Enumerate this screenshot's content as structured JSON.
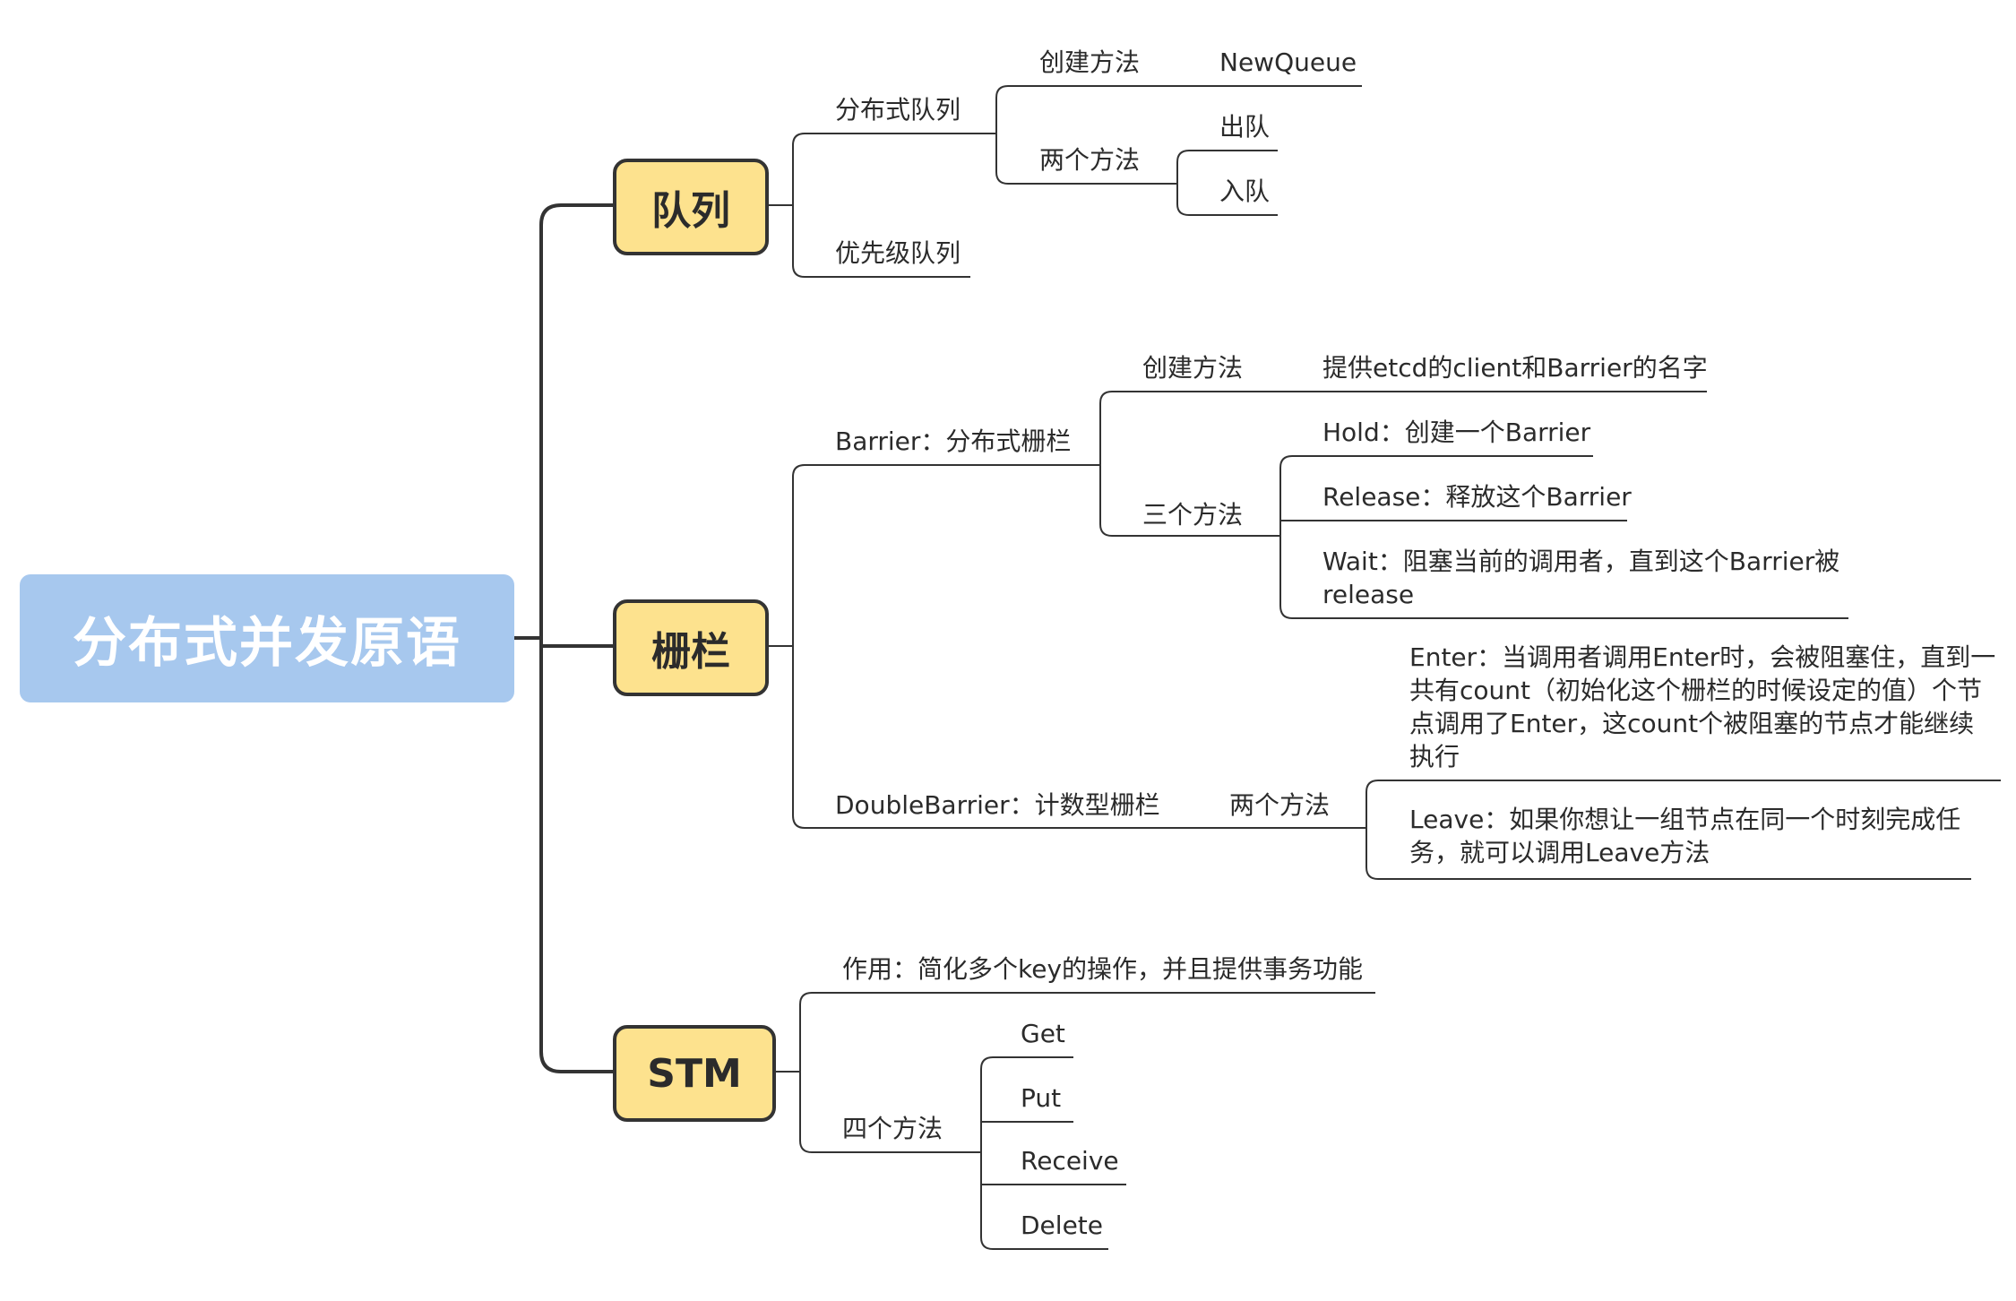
{
  "root": {
    "label": "分布式并发原语"
  },
  "topics": {
    "queue": {
      "label": "队列",
      "distributed": {
        "label": "分布式队列",
        "create": {
          "label": "创建方法",
          "value": "NewQueue"
        },
        "methods": {
          "label": "两个方法",
          "items": [
            "出队",
            "入队"
          ]
        }
      },
      "priority": {
        "label": "优先级队列"
      }
    },
    "barrier": {
      "label": "栅栏",
      "basic": {
        "label": "Barrier：分布式栅栏",
        "create": {
          "label": "创建方法",
          "value": "提供etcd的client和Barrier的名字"
        },
        "methods": {
          "label": "三个方法",
          "items": [
            "Hold：创建一个Barrier",
            "Release：释放这个Barrier",
            "Wait：阻塞当前的调用者，直到这个Barrier被release"
          ]
        }
      },
      "double": {
        "label": "DoubleBarrier：计数型栅栏",
        "methods": {
          "label": "两个方法",
          "items": [
            "Enter：当调用者调用Enter时，会被阻塞住，直到一共有count（初始化这个栅栏的时候设定的值）个节点调用了Enter，这count个被阻塞的节点才能继续执行",
            "Leave：如果你想让一组节点在同一个时刻完成任务，就可以调用Leave方法"
          ]
        }
      }
    },
    "stm": {
      "label": "STM",
      "purpose": {
        "label": "作用：简化多个key的操作，并且提供事务功能"
      },
      "methods": {
        "label": "四个方法",
        "items": [
          "Get",
          "Put",
          "Receive",
          "Delete"
        ]
      }
    }
  },
  "colors": {
    "root": "#a7c8ee",
    "topic": "#fde28e",
    "line": "#333333",
    "text": "#2b2b2b"
  }
}
